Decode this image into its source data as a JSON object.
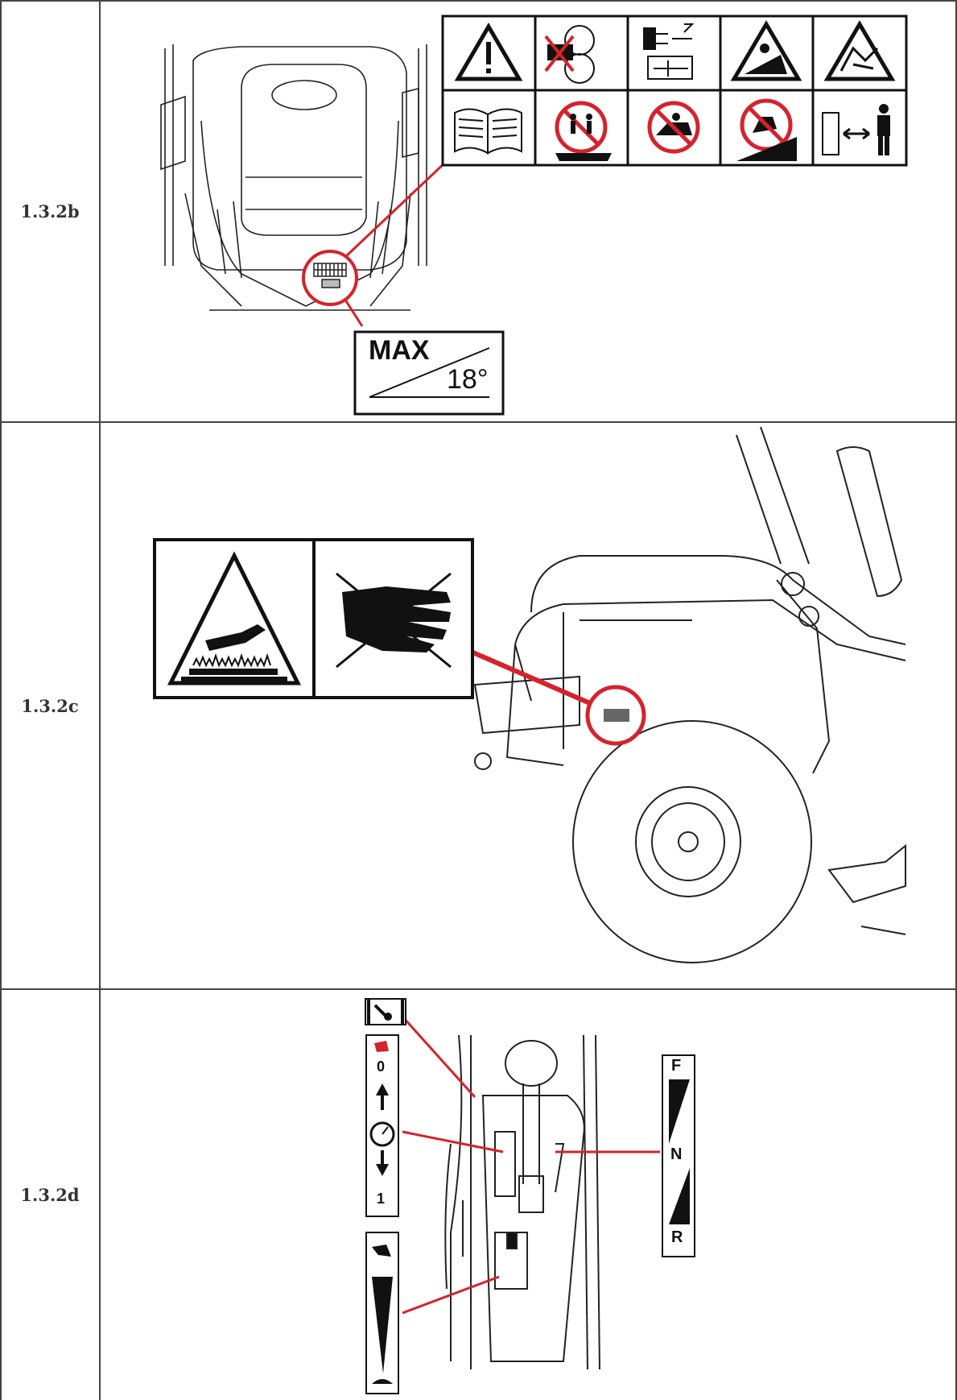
{
  "rows": [
    {
      "label": "1.3.2b"
    },
    {
      "label": "1.3.2c"
    },
    {
      "label": "1.3.2d"
    }
  ],
  "slope_sign": {
    "line1": "MAX",
    "line2": "18°"
  },
  "gear_decal": [
    "F",
    "N",
    "R"
  ],
  "choke_decal": [
    "0",
    "1"
  ],
  "colors": {
    "accent": "#d6222c",
    "ink": "#111111",
    "border": "#444444"
  },
  "icons_row_b": [
    "warning-icon",
    "no-hands-rotor-icon",
    "disconnect-plug-icon",
    "slope-tip-warning-icon",
    "thrown-objects-icon",
    "read-manual-icon",
    "no-bystanders-icon",
    "no-passengers-icon",
    "no-steep-slope-icon",
    "keep-distance-icon"
  ],
  "icons_row_c": [
    "hot-surface-icon",
    "no-touch-hand-icon"
  ]
}
